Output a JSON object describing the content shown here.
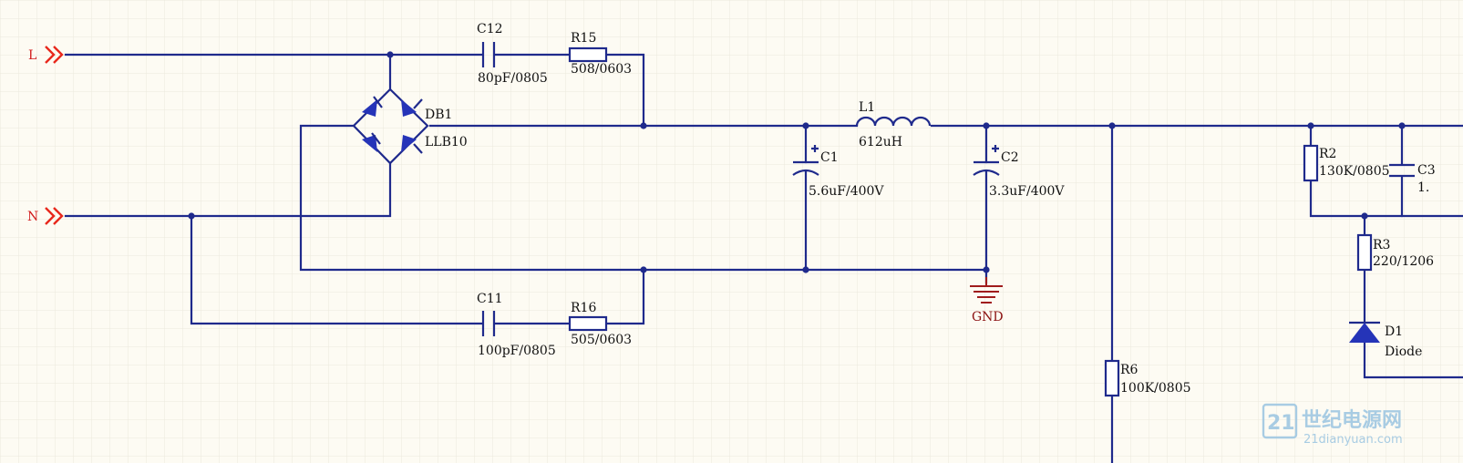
{
  "nets": {
    "line": "L",
    "neutral": "N",
    "ground": "GND"
  },
  "components": {
    "c12": {
      "ref": "C12",
      "value": "80pF/0805"
    },
    "r15": {
      "ref": "R15",
      "value": "508/0603"
    },
    "db1": {
      "ref": "DB1",
      "value": "LLB10"
    },
    "l1": {
      "ref": "L1",
      "value": "612uH"
    },
    "c1": {
      "ref": "C1",
      "value": "5.6uF/400V"
    },
    "c2": {
      "ref": "C2",
      "value": "3.3uF/400V"
    },
    "c11": {
      "ref": "C11",
      "value": "100pF/0805"
    },
    "r16": {
      "ref": "R16",
      "value": "505/0603"
    },
    "r6": {
      "ref": "R6",
      "value": "100K/0805"
    },
    "r2": {
      "ref": "R2",
      "value": "130K/0805"
    },
    "c3": {
      "ref": "C3",
      "value": "1."
    },
    "r3": {
      "ref": "R3",
      "value": "220/1206"
    },
    "d1": {
      "ref": "D1",
      "value": "Diode"
    }
  },
  "watermark": {
    "logo_text": "21",
    "site_name": "世纪电源网",
    "url": "21dianyuan.com"
  },
  "colors": {
    "wire": "#1f2a8c",
    "part": "#2534b8",
    "net_label": "#d21c1c",
    "ground": "#a01c1c",
    "background": "#fdfbf3"
  }
}
